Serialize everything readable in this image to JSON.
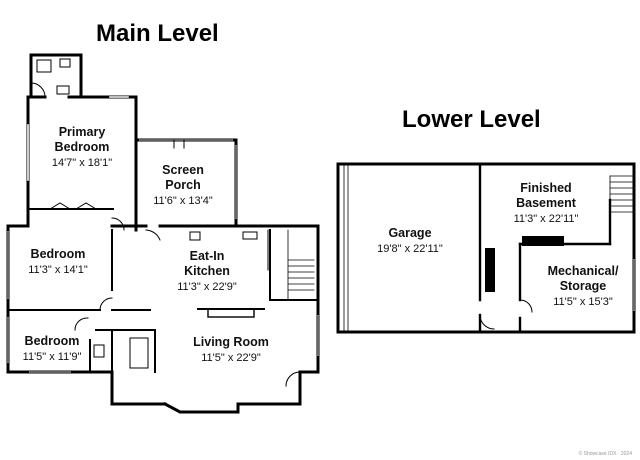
{
  "levels": {
    "main": {
      "title": "Main Level"
    },
    "lower": {
      "title": "Lower Level"
    }
  },
  "rooms": {
    "primary_bedroom": {
      "name_line1": "Primary",
      "name_line2": "Bedroom",
      "dims": "14'7\" x 18'1\""
    },
    "screen_porch": {
      "name_line1": "Screen",
      "name_line2": "Porch",
      "dims": "11'6\" x 13'4\""
    },
    "bedroom_upper": {
      "name": "Bedroom",
      "dims": "11'3\" x 14'1\""
    },
    "eat_in_kitchen": {
      "name_line1": "Eat-In",
      "name_line2": "Kitchen",
      "dims": "11'3\" x 22'9\""
    },
    "bedroom_lower": {
      "name": "Bedroom",
      "dims": "11'5\" x 11'9\""
    },
    "living_room": {
      "name": "Living Room",
      "dims": "11'5\" x 22'9\""
    },
    "garage": {
      "name": "Garage",
      "dims": "19'8\" x 22'11\""
    },
    "finished_basement": {
      "name_line1": "Finished",
      "name_line2": "Basement",
      "dims": "11'3\" x 22'11\""
    },
    "mechanical_storage": {
      "name_line1": "Mechanical/",
      "name_line2": "Storage",
      "dims": "11'5\" x 15'3\""
    }
  },
  "footer": {
    "credit": "© Showcase IDX · 2024"
  }
}
